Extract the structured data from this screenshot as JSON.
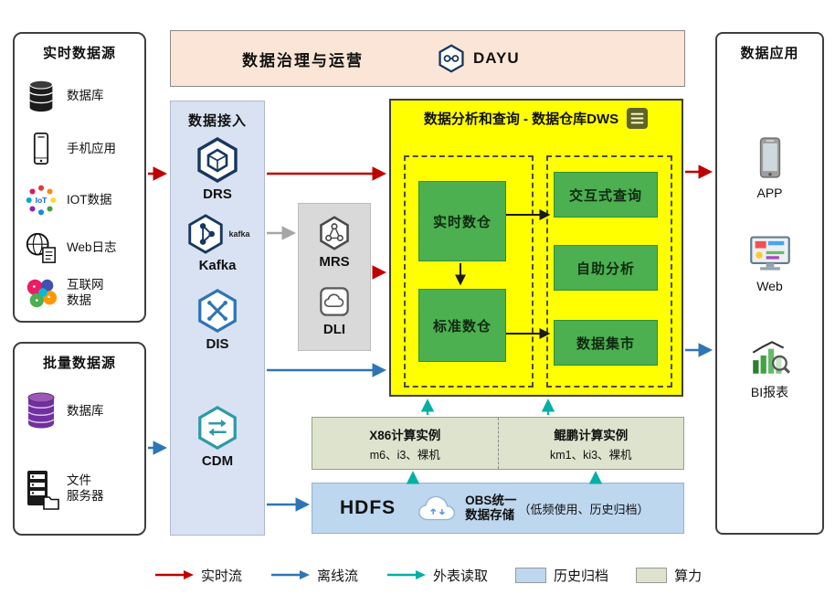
{
  "colors": {
    "realtime_flow": "#c00000",
    "offline_flow": "#2e75b6",
    "external_read": "#00b0a6",
    "history_archive": "#bdd7ee",
    "compute_power": "#dde3cc",
    "dws_background": "#ffff00",
    "module_green": "#4caf50",
    "ingest_background": "#d9e2f3",
    "governance_background": "#fbe5d6",
    "processing_background": "#d9d9d9"
  },
  "governance": {
    "title": "数据治理与运营",
    "logo": "DAYU"
  },
  "realtime_sources": {
    "title": "实时数据源",
    "items": [
      {
        "label": "数据库"
      },
      {
        "label": "手机应用"
      },
      {
        "label": "IOT数据"
      },
      {
        "label": "Web日志"
      },
      {
        "label": "互联网\n数据"
      }
    ]
  },
  "batch_sources": {
    "title": "批量数据源",
    "items": [
      {
        "label": "数据库"
      },
      {
        "label": "文件\n服务器"
      }
    ]
  },
  "ingestion": {
    "title": "数据接入",
    "services": [
      {
        "name": "DRS"
      },
      {
        "name": "Kafka",
        "badge": "kafka"
      },
      {
        "name": "DIS"
      },
      {
        "name": "CDM"
      }
    ]
  },
  "processing": {
    "services": [
      {
        "name": "MRS"
      },
      {
        "name": "DLI"
      }
    ]
  },
  "dws": {
    "title": "数据分析和查询 - 数据仓库DWS",
    "warehouses": [
      {
        "label": "实时数仓"
      },
      {
        "label": "标准数仓"
      }
    ],
    "services": [
      {
        "label": "交互式查询"
      },
      {
        "label": "自助分析"
      },
      {
        "label": "数据集市"
      }
    ]
  },
  "compute": {
    "x86": {
      "title": "X86计算实例",
      "specs": "m6、i3、裸机"
    },
    "kunpeng": {
      "title": "鲲鹏计算实例",
      "specs": "km1、ki3、裸机"
    }
  },
  "storage": {
    "hdfs": "HDFS",
    "obs_title": "OBS统一\n数据存储",
    "note": "（低频使用、历史归档）"
  },
  "applications": {
    "title": "数据应用",
    "items": [
      {
        "label": "APP"
      },
      {
        "label": "Web"
      },
      {
        "label": "BI报表"
      }
    ]
  },
  "legend": {
    "items": [
      {
        "label": "实时流",
        "type": "arrow",
        "color": "#c00000"
      },
      {
        "label": "离线流",
        "type": "arrow",
        "color": "#2e75b6"
      },
      {
        "label": "外表读取",
        "type": "arrow",
        "color": "#00b0a6"
      },
      {
        "label": "历史归档",
        "type": "square",
        "color": "#bdd7ee"
      },
      {
        "label": "算力",
        "type": "square",
        "color": "#dde3cc"
      }
    ]
  }
}
